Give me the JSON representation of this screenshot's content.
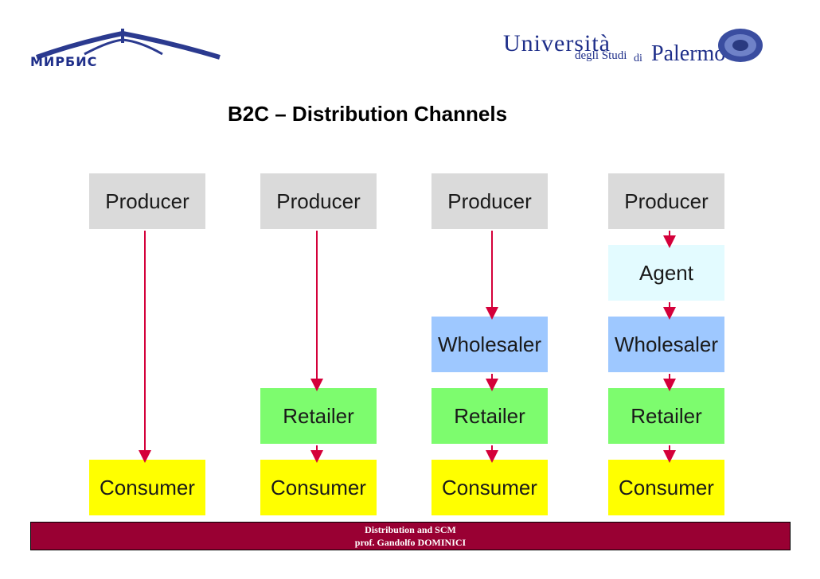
{
  "header": {
    "left_logo": {
      "text": "МИРБИС"
    },
    "right_logo": {
      "line1": "Università",
      "line2": "degli Studi",
      "line3": "di",
      "line4": "Palermo"
    }
  },
  "title": "B2C – Distribution Channels",
  "columns": [
    {
      "producer": "Producer",
      "consumer": "Consumer"
    },
    {
      "producer": "Producer",
      "retailer": "Retailer",
      "consumer": "Consumer"
    },
    {
      "producer": "Producer",
      "wholesaler": "Wholesaler",
      "retailer": "Retailer",
      "consumer": "Consumer"
    },
    {
      "producer": "Producer",
      "agent": "Agent",
      "wholesaler": "Wholesaler",
      "retailer": "Retailer",
      "consumer": "Consumer"
    }
  ],
  "colors": {
    "producer": "#dadada",
    "agent": "#e3fbff",
    "wholesaler": "#9ec8ff",
    "retailer": "#7dfc6e",
    "consumer": "#ffff00",
    "arrow": "#d4003a",
    "footer": "#990033"
  },
  "footer": {
    "line1": "Distribution and SCM",
    "line2": "prof. Gandolfo DOMINICI"
  }
}
